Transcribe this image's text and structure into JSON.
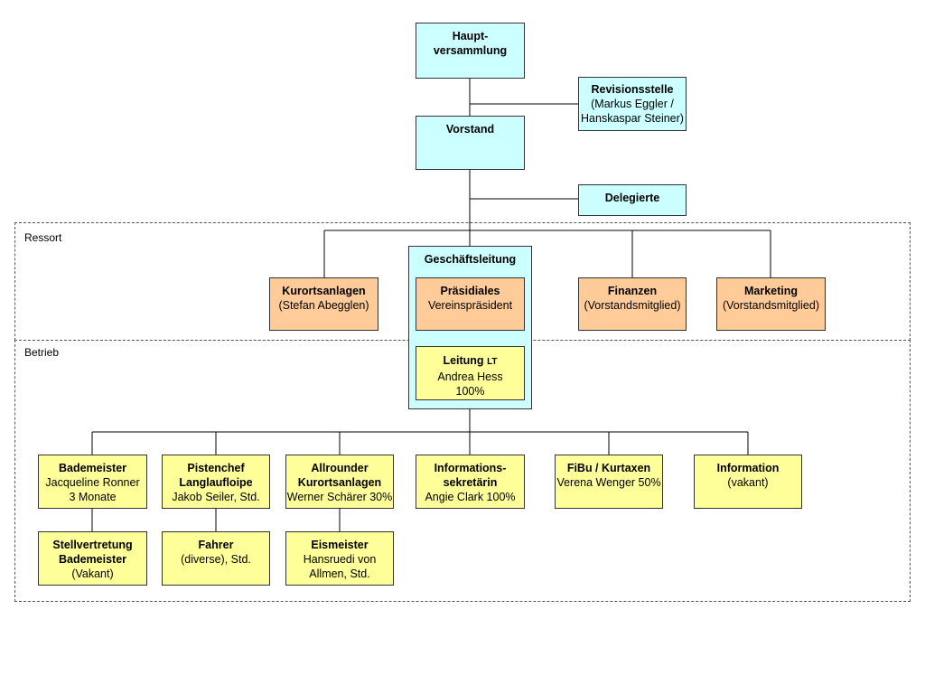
{
  "zones": {
    "ressort": "Ressort",
    "betrieb": "Betrieb"
  },
  "top": {
    "haupt": {
      "title_1": "Haupt-",
      "title_2": "versammlung"
    },
    "vorstand": {
      "title": "Vorstand"
    },
    "revision": {
      "title": "Revisionsstelle",
      "line_1": "(Markus Eggler /",
      "line_2": "Hanskaspar Steiner)"
    },
    "delegierte": {
      "title": "Delegierte"
    }
  },
  "ressort": {
    "kurort": {
      "title": "Kurortsanlagen",
      "sub": "(Stefan Abegglen)"
    },
    "geschaeft": {
      "title": "Geschäftsleitung"
    },
    "praesidiales": {
      "title": "Präsidiales",
      "sub": "Vereinspräsident"
    },
    "finanzen": {
      "title": "Finanzen",
      "sub": "(Vorstandsmitglied)"
    },
    "marketing": {
      "title": "Marketing",
      "sub": "(Vorstandsmitglied)"
    }
  },
  "leitung": {
    "title": "Leitung",
    "badge": "LT",
    "name": "Andrea Hess",
    "pct": "100%"
  },
  "betrieb": {
    "bademeister": {
      "title": "Bademeister",
      "line_1": "Jacqueline Ronner",
      "line_2": "3 Monate"
    },
    "pistenchef": {
      "title_1": "Pistenchef",
      "title_2": "Langlaufloipe",
      "line_1": "Jakob Seiler, Std."
    },
    "allrounder": {
      "title_1": "Allrounder",
      "title_2": "Kurortsanlagen",
      "line_1": "Werner Schärer 30%"
    },
    "info_sek": {
      "title_1": "Informations-",
      "title_2": "sekretärin",
      "line_1": "Angie Clark 100%"
    },
    "fibu": {
      "title": "FiBu / Kurtaxen",
      "line_1": "Verena Wenger 50%"
    },
    "information": {
      "title": "Information",
      "line_1": "(vakant)"
    },
    "stellvertretung": {
      "title_1": "Stellvertretung",
      "title_2": "Bademeister",
      "line_1": "(Vakant)"
    },
    "fahrer": {
      "title": "Fahrer",
      "line_1": "(diverse), Std."
    },
    "eismeister": {
      "title": "Eismeister",
      "line_1": "Hansruedi von",
      "line_2": "Allmen, Std."
    }
  }
}
